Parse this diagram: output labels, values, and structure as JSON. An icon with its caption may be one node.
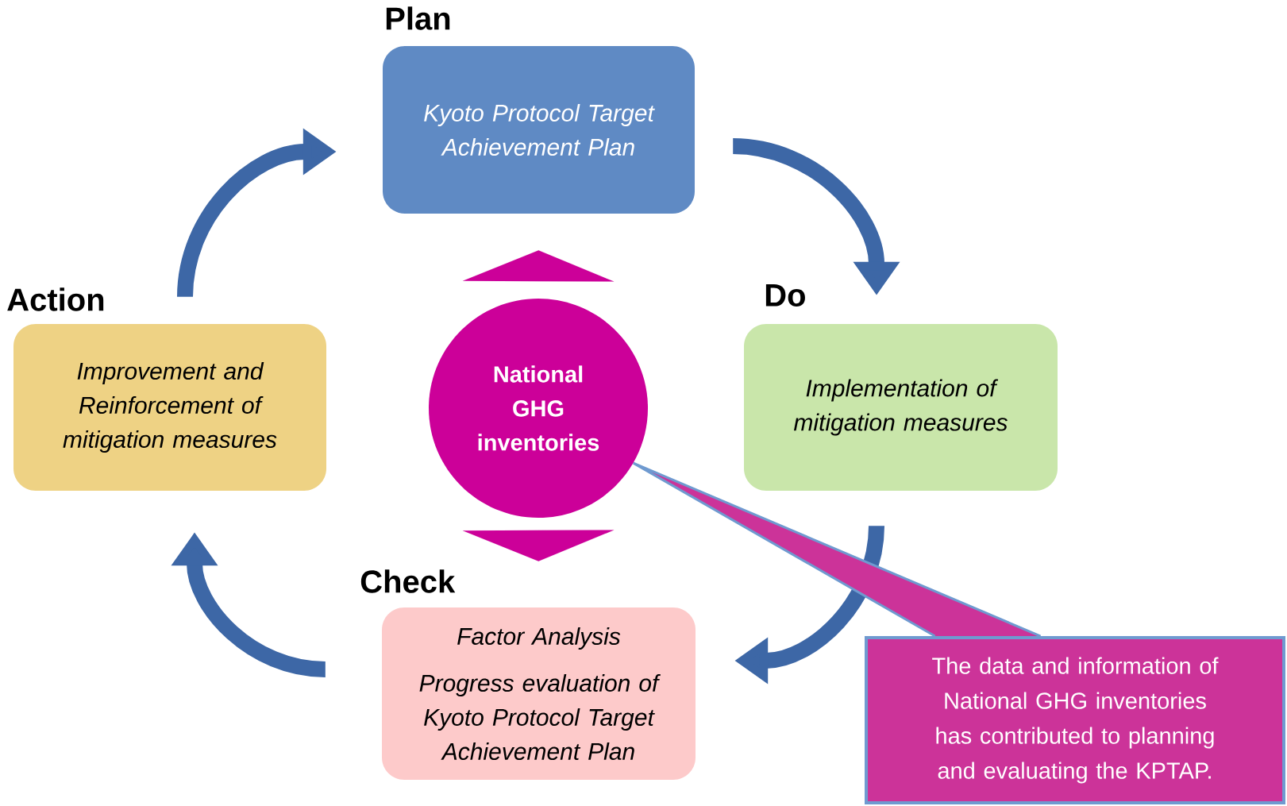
{
  "diagram": {
    "nodes": [
      {
        "text": [
          "Plan",
          "Kyoto Protocol Target Achievement Plan"
        ]
      },
      {
        "text": [
          "Action",
          "Improvement and Reinforcement of mitigation measures"
        ]
      },
      {
        "text": [
          "Do",
          "Implementation of mitigation measures"
        ]
      },
      {
        "text": [
          "National GHG inventories"
        ]
      },
      {
        "text": [
          "Check",
          "Factor Analysis",
          "Progress evaluation of Kyoto Protocol Target Achievement Plan"
        ]
      },
      {
        "text": [
          "The data and information of National GHG inventories has contributed to planning and evaluating the KPTAP."
        ]
      }
    ],
    "edges": [
      {
        "from": 0,
        "to": 2,
        "arrow": "to"
      },
      {
        "from": 2,
        "to": 4,
        "arrow": "to"
      },
      {
        "from": 4,
        "to": 1,
        "arrow": "to"
      },
      {
        "from": 1,
        "to": 0,
        "arrow": "to"
      },
      {
        "from": 3,
        "to": 0,
        "arrow": "to",
        "color": "#cc0099"
      },
      {
        "from": 3,
        "to": 4,
        "arrow": "to",
        "color": "#cc0099"
      },
      {
        "from": 5,
        "to": 3,
        "arrow": "none",
        "color": "#6f9ad0"
      }
    ]
  }
}
